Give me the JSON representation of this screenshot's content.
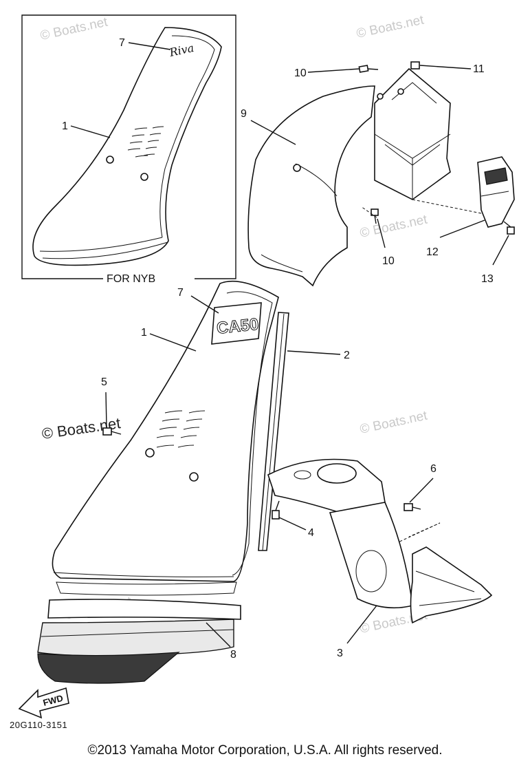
{
  "inset": {
    "caption": "FOR NYB"
  },
  "emblems": {
    "inset_script": "Riva",
    "main_badge": "CA50"
  },
  "fwd_arrow": {
    "label": "FWD"
  },
  "drawing_code": "20G110-3151",
  "watermark": "© Boats.net",
  "copyright": "©2013 Yamaha Motor Corporation, U.S.A. All rights reserved.",
  "callouts": [
    "1",
    "2",
    "3",
    "4",
    "5",
    "6",
    "7",
    "8",
    "9",
    "10",
    "11",
    "12",
    "13"
  ]
}
